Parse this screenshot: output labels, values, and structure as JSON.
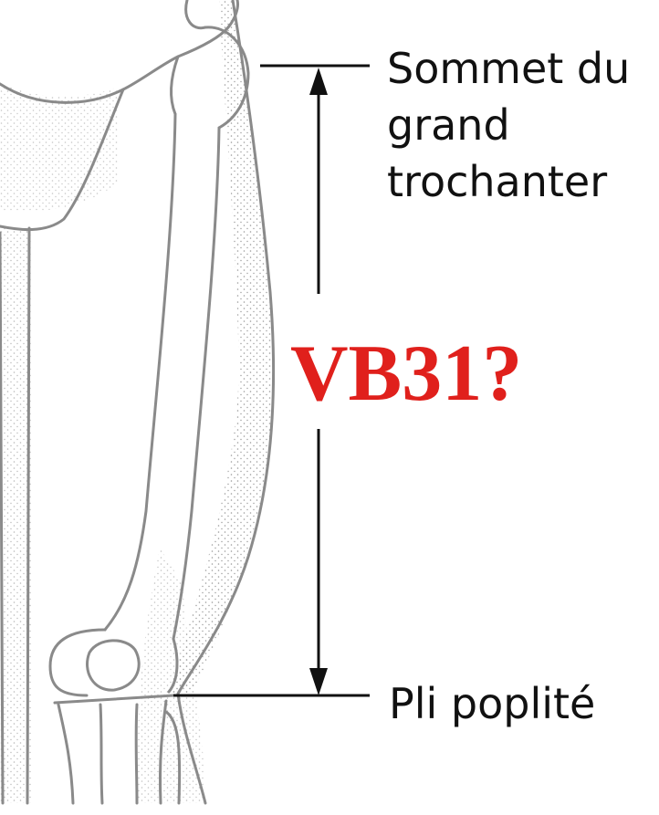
{
  "labels": {
    "top_line1": "Sommet du",
    "top_line2": "grand",
    "top_line3": "trochanter",
    "bottom": "Pli poplité",
    "point": "VB31?"
  },
  "colors": {
    "outline": "#8a8a8a",
    "stipple": "#9a9a9a",
    "ink": "#111111",
    "accent": "#e0201c"
  }
}
